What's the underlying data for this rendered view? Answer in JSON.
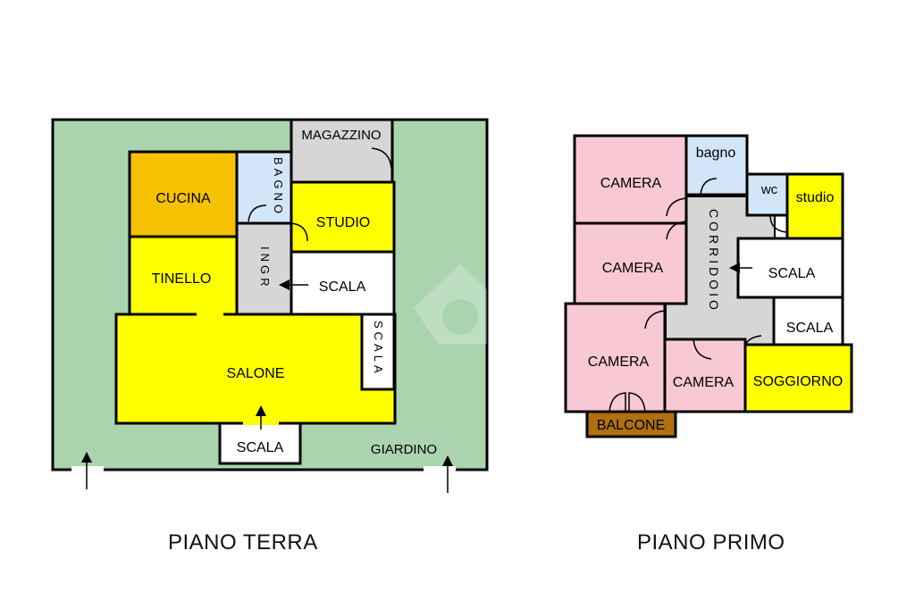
{
  "colors": {
    "garden": "#a9d4ae",
    "kitchen": "#f6c100",
    "yellow": "#ffff00",
    "bath": "#d3e6f8",
    "grey": "#d6d6d6",
    "pink": "#f8c8d4",
    "balcony": "#b0700f",
    "wall": "#000000"
  },
  "ground_floor": {
    "caption": "PIANO TERRA",
    "rooms": {
      "magazzino": "MAGAZZINO",
      "cucina": "CUCINA",
      "bagno": "BAGNO",
      "studio": "STUDIO",
      "tinello": "TINELLO",
      "ingresso": "INGR",
      "scala_1": "SCALA",
      "scala_2": "SCALA",
      "salone": "SALONE",
      "scala_3": "SCALA",
      "giardino": "GIARDINO"
    }
  },
  "first_floor": {
    "caption": "PIANO PRIMO",
    "rooms": {
      "camera_1": "CAMERA",
      "bagno": "bagno",
      "wc": "wc",
      "studio": "studio",
      "corridoio": "CORRIDOIO",
      "camera_2": "CAMERA",
      "scala_1": "SCALA",
      "scala_2": "SCALA",
      "camera_3": "CAMERA",
      "camera_4": "CAMERA",
      "soggiorno": "SOGGIORNO",
      "balcone": "BALCONE"
    }
  }
}
